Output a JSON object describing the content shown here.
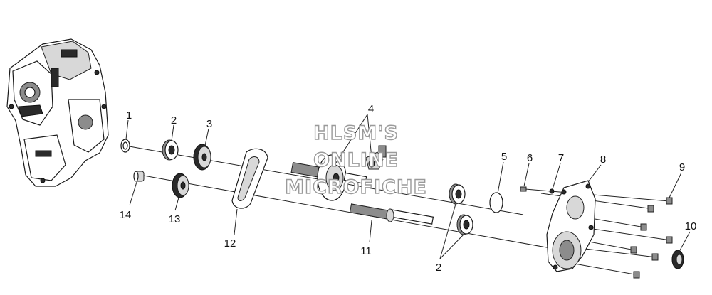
{
  "diagram": {
    "callouts": [
      {
        "id": "c1",
        "text": "1"
      },
      {
        "id": "c2a",
        "text": "2"
      },
      {
        "id": "c3",
        "text": "3"
      },
      {
        "id": "c4",
        "text": "4"
      },
      {
        "id": "c5",
        "text": "5"
      },
      {
        "id": "c6",
        "text": "6"
      },
      {
        "id": "c7",
        "text": "7"
      },
      {
        "id": "c8",
        "text": "8"
      },
      {
        "id": "c9",
        "text": "9"
      },
      {
        "id": "c10",
        "text": "10"
      },
      {
        "id": "c11",
        "text": "11"
      },
      {
        "id": "c12",
        "text": "12"
      },
      {
        "id": "c13",
        "text": "13"
      },
      {
        "id": "c14",
        "text": "14"
      },
      {
        "id": "c2b",
        "text": "2"
      }
    ],
    "watermark": [
      "HLSM'S",
      "ONLINE",
      "MICROFICHE"
    ]
  }
}
